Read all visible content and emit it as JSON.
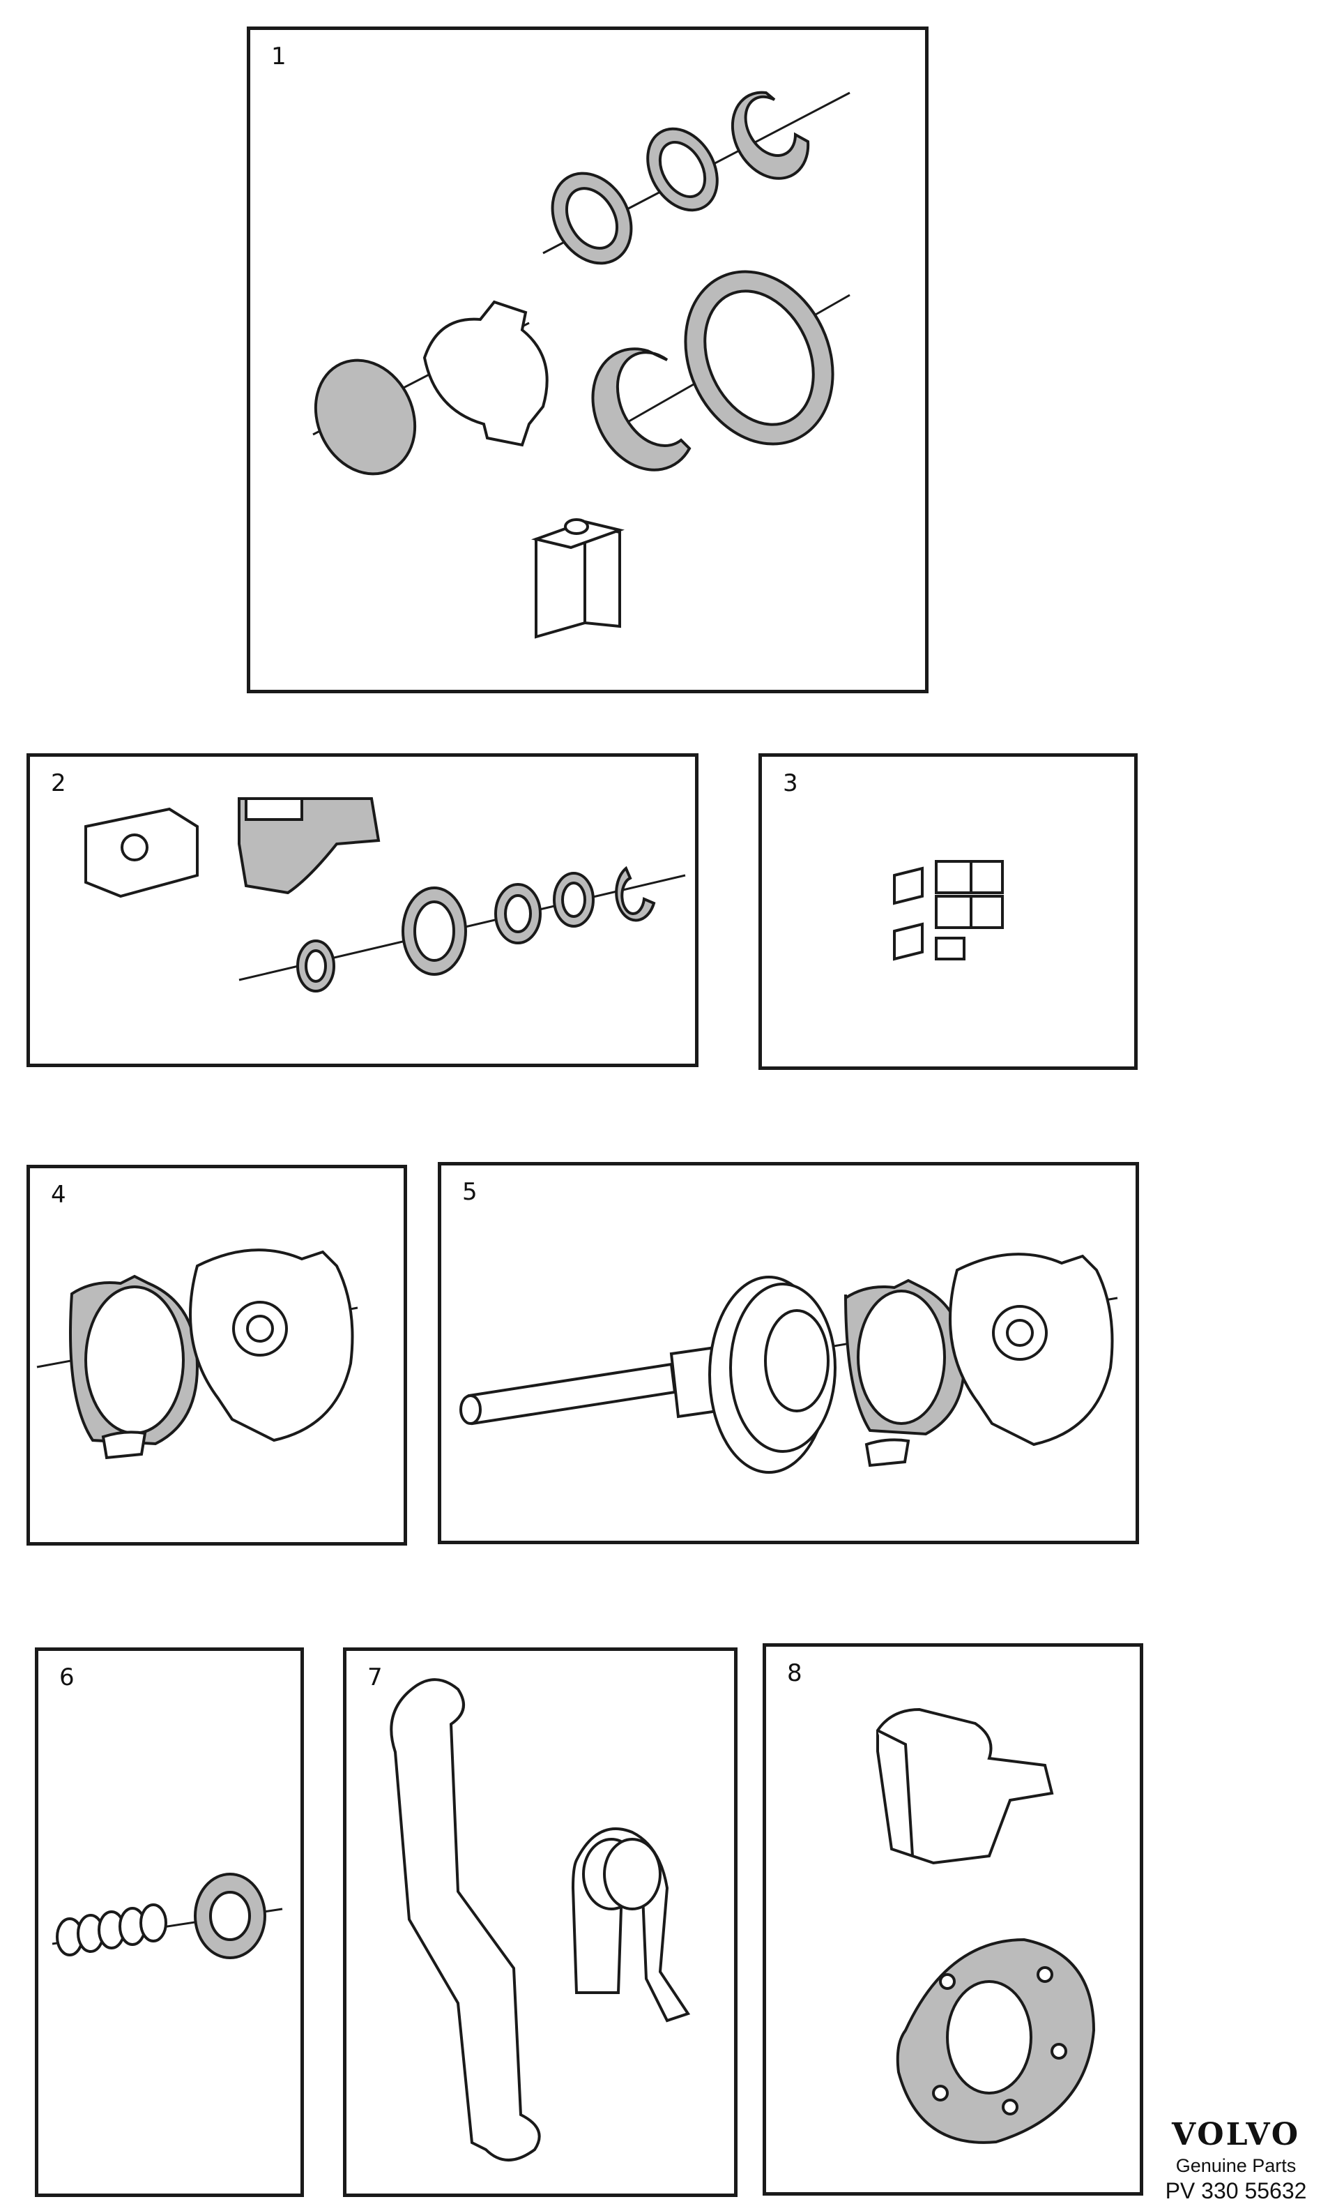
{
  "panels": [
    {
      "num": "1"
    },
    {
      "num": "2"
    },
    {
      "num": "3"
    },
    {
      "num": "4"
    },
    {
      "num": "5"
    },
    {
      "num": "6"
    },
    {
      "num": "7"
    },
    {
      "num": "8"
    }
  ],
  "brand": {
    "logo": "VOLVO",
    "subtitle": "Genuine Parts",
    "code": "PV 330 55632"
  }
}
